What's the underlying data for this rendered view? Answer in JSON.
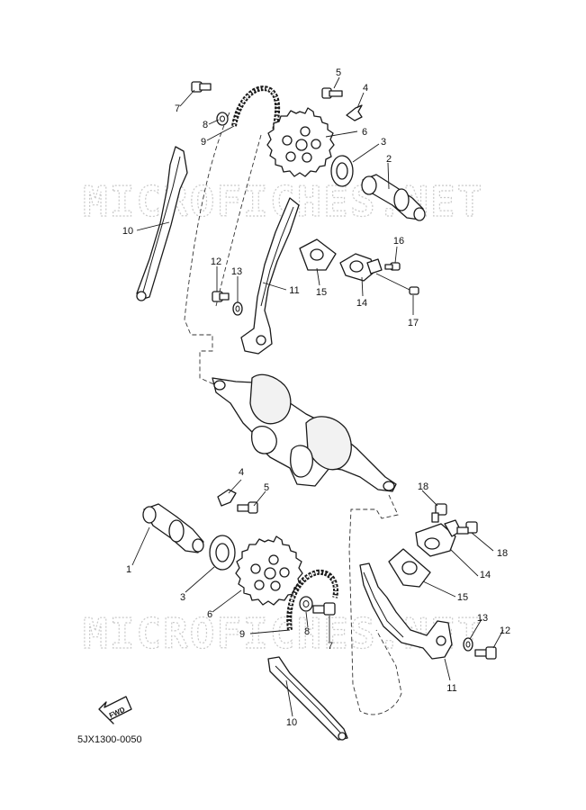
{
  "watermark": "MICROFICHES.NET",
  "diagram_code": "5JX1300-0050",
  "fwd_label": "FWD",
  "callouts": {
    "upper": {
      "p2": "2",
      "p3": "3",
      "p4": "4",
      "p5": "5",
      "p6": "6",
      "p7": "7",
      "p8": "8",
      "p9": "9",
      "p10": "10",
      "p11": "11",
      "p12": "12",
      "p13": "13",
      "p14": "14",
      "p15": "15",
      "p16": "16",
      "p17": "17"
    },
    "lower": {
      "p1": "1",
      "p3": "3",
      "p4": "4",
      "p5": "5",
      "p6": "6",
      "p7": "7",
      "p8": "8",
      "p9": "9",
      "p10": "10",
      "p11": "11",
      "p12": "12",
      "p13": "13",
      "p14": "14",
      "p15": "15",
      "p18a": "18",
      "p18b": "18"
    }
  }
}
